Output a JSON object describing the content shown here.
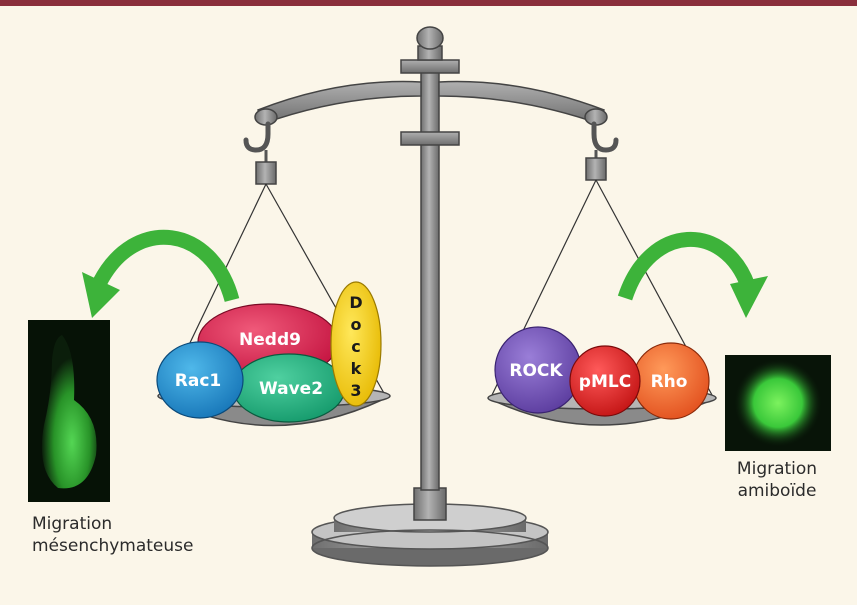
{
  "proteins": {
    "nedd9": "Nedd9",
    "rac1": "Rac1",
    "wave2": "Wave2",
    "dock3": [
      "D",
      "o",
      "c",
      "k",
      "3"
    ],
    "rock": "ROCK",
    "pmlc": "pMLC",
    "rho": "Rho"
  },
  "captions": {
    "mesenchymal_line1": "Migration",
    "mesenchymal_line2": "mésenchymateuse",
    "amoeboid_line1": "Migration",
    "amoeboid_line2": "amiboïde"
  },
  "colors": {
    "frame_bar": "#8a2f3c",
    "background": "#fbf6e9",
    "scale_metal": "#8e8e8e",
    "arrow_green": "#3db33a",
    "cell_green": "#3ac83a"
  }
}
